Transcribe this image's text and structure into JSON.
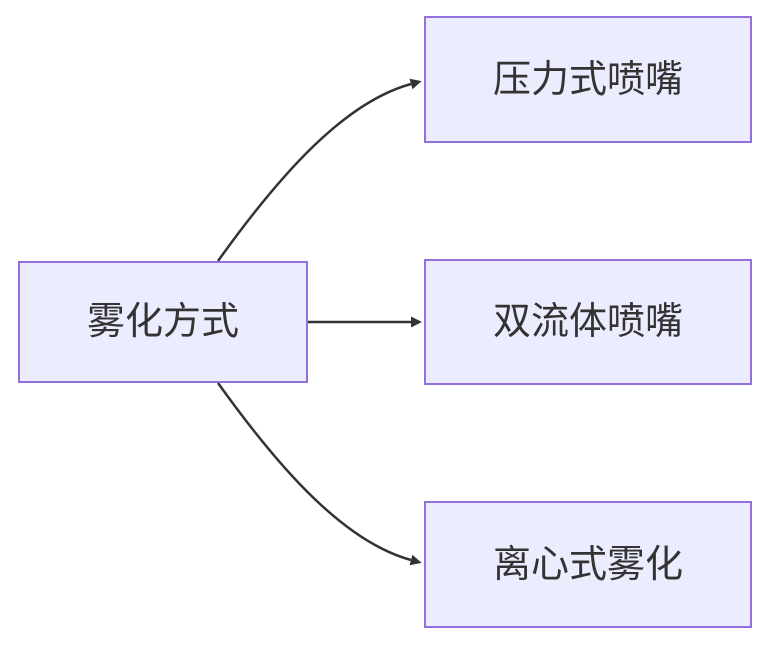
{
  "colors": {
    "canvas-bg": "#ffffff",
    "node-fill": "#ECECFF",
    "node-border": "#9370DB",
    "edge-color": "#333333",
    "text-color": "#333333"
  },
  "diagram": {
    "type": "flowchart",
    "direction": "left-to-right",
    "root": {
      "label": "雾化方式"
    },
    "children": [
      {
        "label": "压力式喷嘴"
      },
      {
        "label": "双流体喷嘴"
      },
      {
        "label": "离心式雾化"
      }
    ],
    "edges": [
      {
        "from": "雾化方式",
        "to": "压力式喷嘴"
      },
      {
        "from": "雾化方式",
        "to": "双流体喷嘴"
      },
      {
        "from": "雾化方式",
        "to": "离心式雾化"
      }
    ]
  }
}
